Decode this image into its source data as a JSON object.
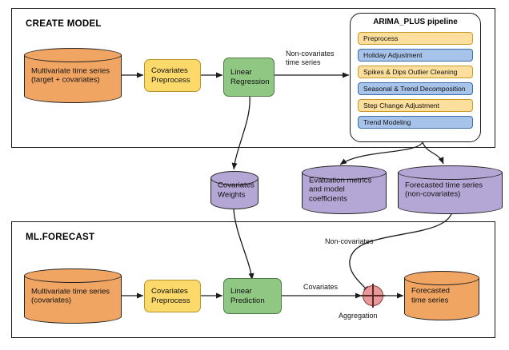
{
  "diagram": {
    "title_hidden": "BigQuery ML multivariate time series architecture",
    "phases": [
      {
        "id": "create-model",
        "label": "CREATE MODEL"
      },
      {
        "id": "ml-forecast",
        "label": "ML.FORECAST"
      }
    ],
    "create_model": {
      "source_cylinder": {
        "label": "Multivariate time series\n(target + covariates)",
        "color": "#f0a563"
      },
      "preprocess_box": {
        "label": "Covariates\nPreprocess",
        "color": "#fcd96b"
      },
      "regression_box": {
        "label": "Linear\nRegression",
        "color": "#8fc783"
      },
      "pipeline": {
        "title": "ARIMA_PLUS pipeline",
        "steps": [
          {
            "label": "Preprocess",
            "color": "#fcdf9c",
            "tone": "yellow"
          },
          {
            "label": "Holiday Adjustment",
            "color": "#a7c3ea",
            "tone": "blue"
          },
          {
            "label": "Spikes & Dips Outlier Cleaning",
            "color": "#fcdf9c",
            "tone": "yellow"
          },
          {
            "label": "Seasonal & Trend Decomposition",
            "color": "#a7c3ea",
            "tone": "blue"
          },
          {
            "label": "Step Change Adjustment",
            "color": "#fcdf9c",
            "tone": "yellow"
          },
          {
            "label": "Trend Modeling",
            "color": "#a7c3ea",
            "tone": "blue"
          }
        ]
      },
      "edge_labels": {
        "non_covariates_time_series": "Non-covariates\ntime series"
      }
    },
    "artifacts": [
      {
        "id": "covariates-weights",
        "label": "Covariates\nWeights",
        "color": "#b4a7d6"
      },
      {
        "id": "evaluation-metrics",
        "label": "Evaluation metrics\nand model\ncoefficients",
        "color": "#b4a7d6"
      },
      {
        "id": "forecasted-non-covariates",
        "label": "Forecasted time series\n(non-covariates)",
        "color": "#b4a7d6"
      }
    ],
    "ml_forecast": {
      "source_cylinder": {
        "label": "Multivariate time series\n(covariates)",
        "color": "#f0a563"
      },
      "preprocess_box": {
        "label": "Covariates\nPreprocess",
        "color": "#fcd96b"
      },
      "prediction_box": {
        "label": "Linear\nPrediction",
        "color": "#8fc783"
      },
      "aggregation": {
        "label": "Aggregation",
        "icon": "plus-circle",
        "color": "#e89a9a"
      },
      "output_cylinder": {
        "label": "Forecasted\ntime series",
        "color": "#f0a563"
      },
      "edge_labels": {
        "covariates": "Covariates",
        "non_covariates": "Non-covariates"
      }
    },
    "colors": {
      "orange": "#f0a563",
      "yellow": "#fcd96b",
      "green": "#8fc783",
      "purple": "#b4a7d6",
      "blue": "#a7c3ea",
      "pale_yellow": "#fcdf9c",
      "red": "#e89a9a",
      "stroke": "#1b1b1b",
      "background": "#ffffff"
    }
  }
}
